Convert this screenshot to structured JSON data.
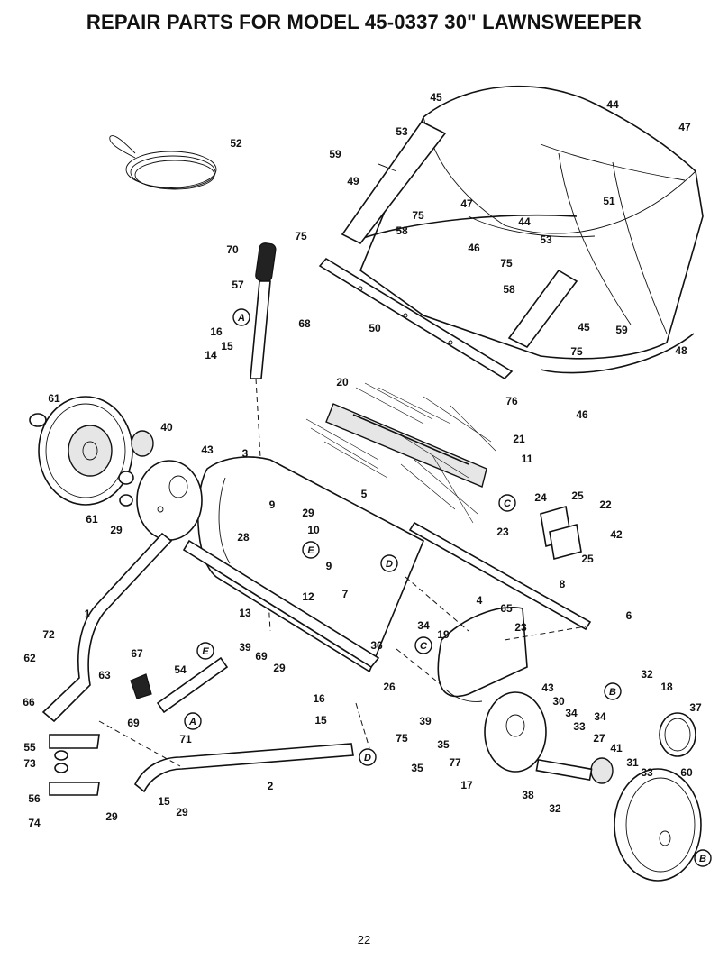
{
  "title": "REPAIR PARTS FOR MODEL 45-0337  30\" LAWNSWEEPER",
  "page_number": "22",
  "callouts": [
    {
      "label": "45"
    },
    {
      "label": "44"
    },
    {
      "label": "47"
    },
    {
      "label": "52"
    },
    {
      "label": "53"
    },
    {
      "label": "59"
    },
    {
      "label": "49"
    },
    {
      "label": "75"
    },
    {
      "label": "47"
    },
    {
      "label": "51"
    },
    {
      "label": "44"
    },
    {
      "label": "75"
    },
    {
      "label": "58"
    },
    {
      "label": "46"
    },
    {
      "label": "53"
    },
    {
      "label": "75"
    },
    {
      "label": "70"
    },
    {
      "label": "57"
    },
    {
      "label": "58"
    },
    {
      "label": "50"
    },
    {
      "label": "45"
    },
    {
      "label": "59"
    },
    {
      "label": "68"
    },
    {
      "label": "16"
    },
    {
      "label": "15"
    },
    {
      "label": "14"
    },
    {
      "label": "75"
    },
    {
      "label": "48"
    },
    {
      "label": "76"
    },
    {
      "label": "46"
    },
    {
      "label": "20"
    },
    {
      "label": "61"
    },
    {
      "label": "40"
    },
    {
      "label": "43"
    },
    {
      "label": "3"
    },
    {
      "label": "21"
    },
    {
      "label": "11"
    },
    {
      "label": "5"
    },
    {
      "label": "61"
    },
    {
      "label": "29"
    },
    {
      "label": "9"
    },
    {
      "label": "29"
    },
    {
      "label": "10"
    },
    {
      "label": "24"
    },
    {
      "label": "25"
    },
    {
      "label": "22"
    },
    {
      "label": "23"
    },
    {
      "label": "42"
    },
    {
      "label": "28"
    },
    {
      "label": "9"
    },
    {
      "label": "25"
    },
    {
      "label": "1"
    },
    {
      "label": "12"
    },
    {
      "label": "7"
    },
    {
      "label": "8"
    },
    {
      "label": "13"
    },
    {
      "label": "4"
    },
    {
      "label": "65"
    },
    {
      "label": "6"
    },
    {
      "label": "72"
    },
    {
      "label": "34"
    },
    {
      "label": "19"
    },
    {
      "label": "23"
    },
    {
      "label": "67"
    },
    {
      "label": "39"
    },
    {
      "label": "69"
    },
    {
      "label": "36"
    },
    {
      "label": "54"
    },
    {
      "label": "29"
    },
    {
      "label": "62"
    },
    {
      "label": "63"
    },
    {
      "label": "32"
    },
    {
      "label": "26"
    },
    {
      "label": "43"
    },
    {
      "label": "18"
    },
    {
      "label": "66"
    },
    {
      "label": "69"
    },
    {
      "label": "37"
    },
    {
      "label": "71"
    },
    {
      "label": "16"
    },
    {
      "label": "30"
    },
    {
      "label": "34"
    },
    {
      "label": "15"
    },
    {
      "label": "39"
    },
    {
      "label": "33"
    },
    {
      "label": "34"
    },
    {
      "label": "55"
    },
    {
      "label": "75"
    },
    {
      "label": "27"
    },
    {
      "label": "73"
    },
    {
      "label": "35"
    },
    {
      "label": "41"
    },
    {
      "label": "77"
    },
    {
      "label": "31"
    },
    {
      "label": "35"
    },
    {
      "label": "17"
    },
    {
      "label": "33"
    },
    {
      "label": "60"
    },
    {
      "label": "2"
    },
    {
      "label": "56"
    },
    {
      "label": "38"
    },
    {
      "label": "15"
    },
    {
      "label": "29"
    },
    {
      "label": "32"
    },
    {
      "label": "29"
    },
    {
      "label": "74"
    }
  ],
  "reference_letters": [
    {
      "letter": "A"
    },
    {
      "letter": "E"
    },
    {
      "letter": "D"
    },
    {
      "letter": "C"
    },
    {
      "letter": "C"
    },
    {
      "letter": "E"
    },
    {
      "letter": "B"
    },
    {
      "letter": "A"
    },
    {
      "letter": "D"
    },
    {
      "letter": "B"
    }
  ]
}
